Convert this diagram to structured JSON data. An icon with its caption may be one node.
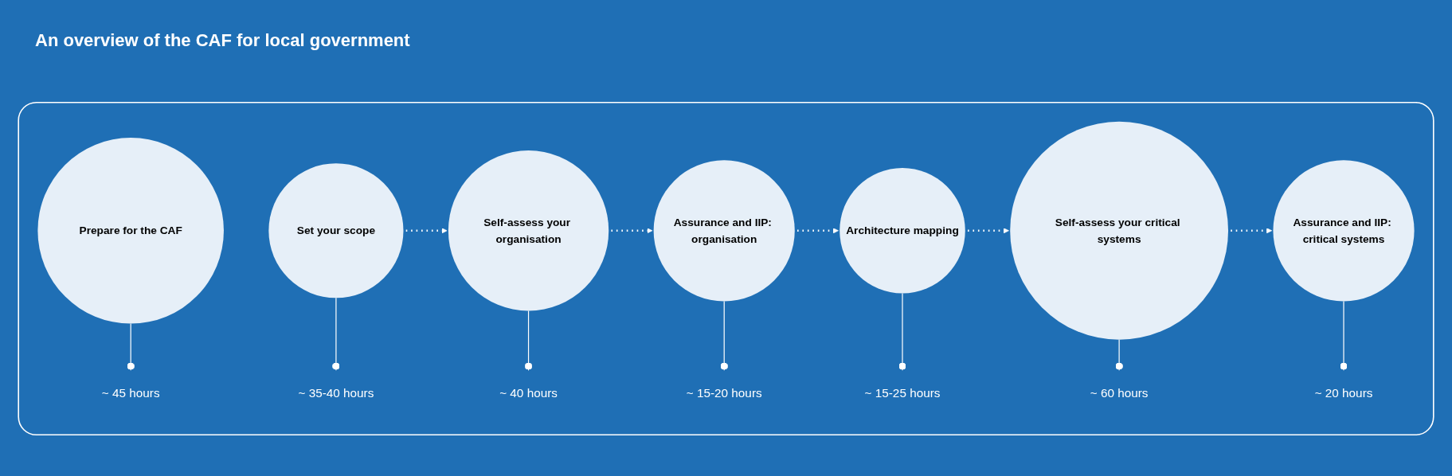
{
  "diagram": {
    "title": "An overview of the CAF for local government",
    "nodes": [
      {
        "text": [],
        "shape": "box"
      },
      {
        "text": [
          "Prepare for the CAF"
        ],
        "in": 0
      },
      {
        "text": [
          "Set your scope"
        ],
        "in": 0
      },
      {
        "text": [
          "Self-assess your organisation"
        ],
        "in": 0
      },
      {
        "text": [
          "Assurance and IIP: organisation"
        ],
        "in": 0
      },
      {
        "text": [
          "Architecture mapping"
        ],
        "in": 0
      },
      {
        "text": [
          "Self-assess your critical systems"
        ],
        "in": 0
      },
      {
        "text": [
          "Assurance and IIP: critical systems"
        ],
        "in": 0
      },
      {
        "text": [
          "~ 45 hours"
        ],
        "in": 0
      },
      {
        "text": [
          "~ 35-40 hours"
        ],
        "in": 0
      },
      {
        "text": [
          "~ 40 hours"
        ],
        "in": 0
      },
      {
        "text": [
          "~ 15-20 hours"
        ],
        "in": 0
      },
      {
        "text": [
          "~ 15-25 hours"
        ],
        "in": 0
      },
      {
        "text": [
          "~ 60 hours"
        ],
        "in": 0
      },
      {
        "text": [
          "~ 20 hours"
        ],
        "in": 0
      }
    ],
    "edges": [
      {
        "from": 2,
        "to": 3,
        "arrow": "to",
        "style": "dashed"
      },
      {
        "from": 3,
        "to": 4,
        "arrow": "to",
        "style": "dashed"
      },
      {
        "from": 4,
        "to": 5,
        "arrow": "to",
        "style": "dashed"
      },
      {
        "from": 5,
        "to": 6,
        "arrow": "to",
        "style": "dashed"
      },
      {
        "from": 6,
        "to": 7,
        "arrow": "to",
        "style": "dashed"
      },
      {
        "from": 1,
        "to": 8,
        "arrow": "other"
      },
      {
        "from": 2,
        "to": 9,
        "arrow": "other"
      },
      {
        "from": 3,
        "to": 10,
        "arrow": "other"
      },
      {
        "from": 4,
        "to": 11,
        "arrow": "other"
      },
      {
        "from": 5,
        "to": 12,
        "arrow": "other"
      },
      {
        "from": 6,
        "to": 13,
        "arrow": "other"
      },
      {
        "from": 7,
        "to": 14,
        "arrow": "other"
      }
    ]
  }
}
